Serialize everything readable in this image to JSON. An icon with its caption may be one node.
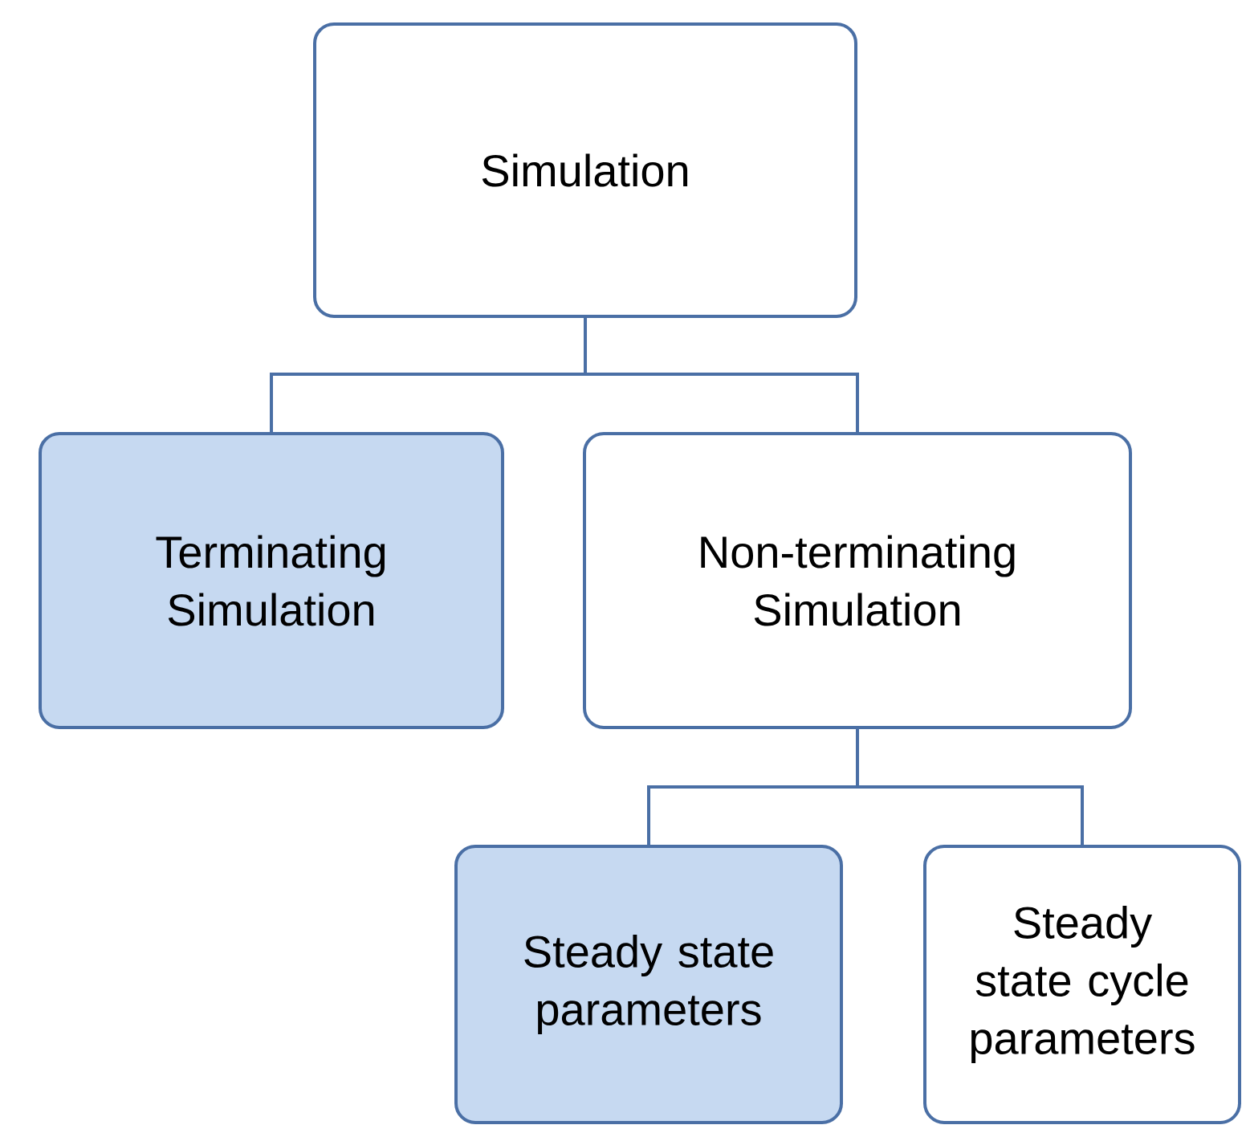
{
  "diagram": {
    "nodes": [
      {
        "text": [
          "Simulation"
        ]
      },
      {
        "text": [
          "Terminating Simulation"
        ]
      },
      {
        "text": [
          "Non-terminating Simulation"
        ]
      },
      {
        "text": [
          "Steady state parameters"
        ]
      },
      {
        "text": [
          "Steady state cycle parameters"
        ]
      }
    ],
    "edges": [
      {
        "from": 0,
        "to": 1,
        "arrow": "none"
      },
      {
        "from": 0,
        "to": 2,
        "arrow": "none"
      },
      {
        "from": 2,
        "to": 3,
        "arrow": "none"
      },
      {
        "from": 2,
        "to": 4,
        "arrow": "none"
      }
    ]
  }
}
